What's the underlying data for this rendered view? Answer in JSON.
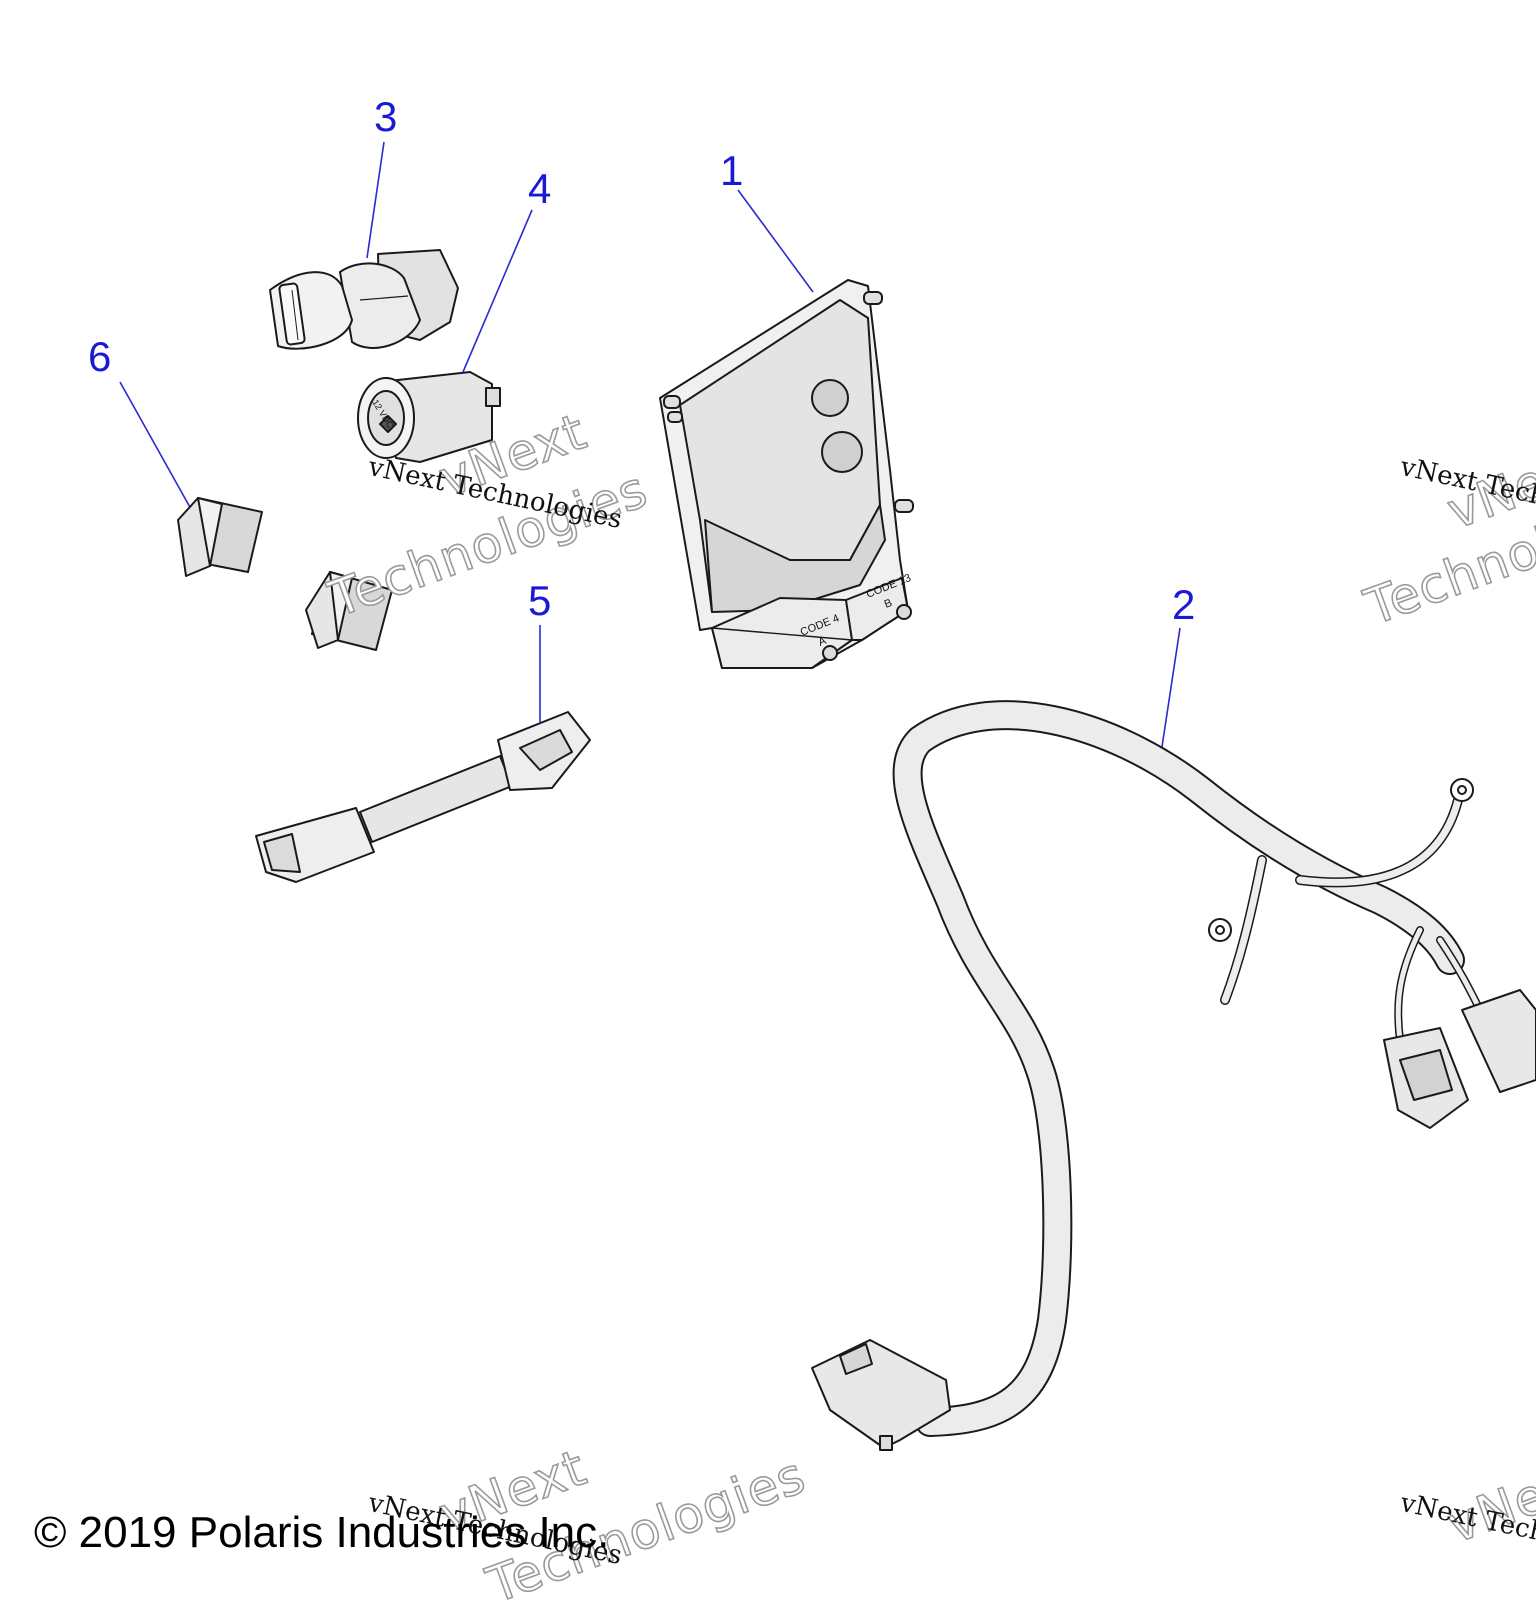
{
  "callouts": {
    "c1": "1",
    "c2": "2",
    "c3": "3",
    "c4": "4",
    "c5": "5",
    "c6": "6"
  },
  "ecu_labels": {
    "code_a": "CODE 4",
    "code_a_letter": "A",
    "code_b": "CODE 13",
    "code_b_letter": "B"
  },
  "socket_label": "12 VDC",
  "watermark": {
    "line1": "vNext",
    "line2": "Technologies",
    "full": "vNext Technologies"
  },
  "copyright": "© 2019 Polaris Industries Inc.",
  "colors": {
    "callout": "#1a1ad6",
    "part_fill": "#e8e8e8",
    "outline": "#1a1a1a"
  }
}
